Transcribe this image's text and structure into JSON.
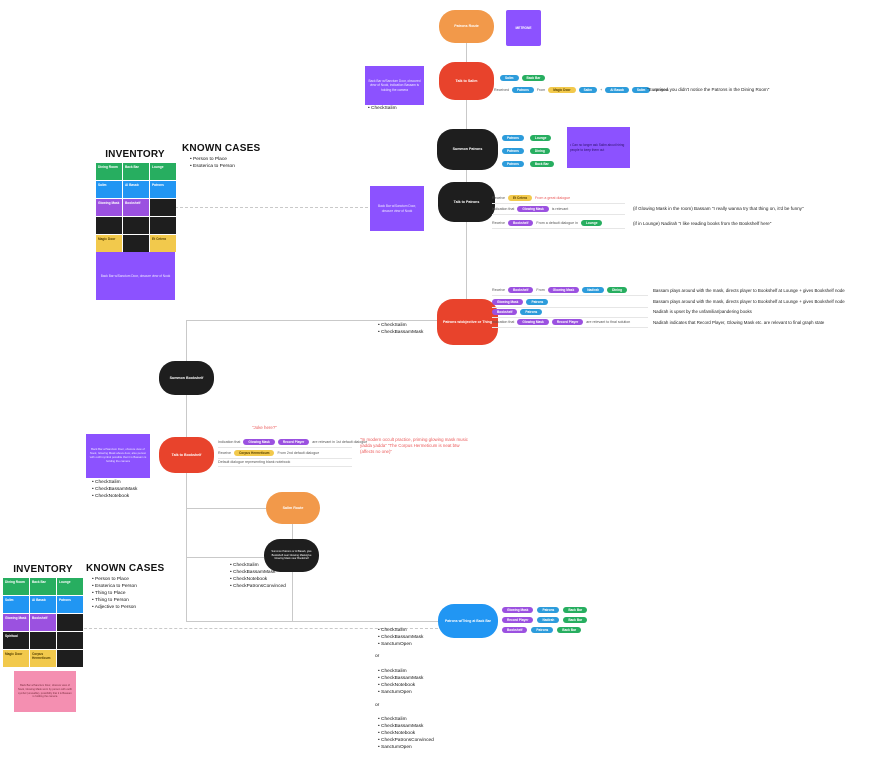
{
  "colors": {
    "node_orange": "#F2994A",
    "node_red": "#E8432C",
    "node_black": "#1E1E1E",
    "node_blue": "#2196F3",
    "note_violet": "#8C52FF",
    "note_pink": "#F48FB1",
    "pill_blue": "#2D9CDB",
    "pill_green": "#27AE60",
    "pill_purple": "#9B51E0",
    "pill_yellow": "#F2C94C"
  },
  "titles": {
    "inventory": "INVENTORY",
    "known_cases": "KNOWN CASES"
  },
  "known_top": [
    "Person to Place",
    "Esoterica to Person"
  ],
  "known_bottom": [
    "Person to Place",
    "Esoterica to Person",
    "Thing to Place",
    "Thing to Person",
    "Adjective to Person"
  ],
  "inv_top": [
    "Dining Room",
    "Back Bar",
    "Lounge",
    "Salim",
    "Al Basab",
    "Patrons",
    "Glowing Mask",
    "Bookshelf",
    "",
    "",
    "",
    "",
    "Magic Door",
    "",
    "Et Cetera"
  ],
  "inv_bottom": [
    "Dining Room",
    "Back Bar",
    "Lounge",
    "Salim",
    "Al Basab",
    "Patrons",
    "Glowing Mask",
    "Bookshelf",
    "",
    "Spiritual",
    "",
    "",
    "Magic Door",
    "Corpus Hermeticum",
    ""
  ],
  "nodes": {
    "patrons_route": "Patrons Route",
    "metrone": "METRONE",
    "talk_salim": "Talk to Salim",
    "summon_patrons": "Summon Patrons",
    "talk_patrons": "Talk to Patrons",
    "patrons_objective": "Patrons w/objective or Thing",
    "summon_bookshelf": "Summon Bookshelf",
    "talk_bookshelf": "Talk to Bookshelf",
    "salim_route": "Salim Route",
    "summon_alt": "Summon Patrons or Al Basab, give Bookshelf near Glowing Mask/give Glowing Mask near Bookshelf",
    "patrons_backbar": "Patrons w/Thing at Back Bar"
  },
  "boxes": {
    "camera_note_1": "Back Bar w/Sanctum Door, obscured view of Nook, indication Bassam is holding the camera",
    "salim_lockout": "• Can no longer ask Salim about hiring people to keep them out",
    "camera_note_2": "Back Bar w/Sanctum Door, obscure view of Nook",
    "camera_note_3": "Back Bar w/Sanctum Door, obscure view of Nook",
    "camera_note_4": "Back Bar w/Sanctum Door, obscure view of Nook, Glowing Mask above door, also person with outfit symbol possible that it is Bassam is holding the camera",
    "camera_note_5": "Back Bar w/Sanctum Door, obscure view of Nook, Glowing Mask worn by person with outfit symbol (unusable), possibility that it is Bassam is holding the camera"
  },
  "rows": {
    "salim_pair": [
      "Salim",
      "Back Bar"
    ],
    "salim_recv": [
      "Received",
      "Patrons",
      "From",
      "Magic Door",
      "Salim",
      "+",
      "Al Basab",
      "Salim",
      "dialogues"
    ],
    "summon": [
      [
        "Patrons",
        "Lounge"
      ],
      [
        "Patrons",
        "Dining"
      ],
      [
        "Patrons",
        "Back Bar"
      ]
    ],
    "talk_patrons": {
      "r1": [
        "Receive",
        "Et Cetera",
        "From a great dialogue"
      ],
      "r2": [
        "Indication that",
        "Glowing Mask",
        "is relevant"
      ],
      "r3": [
        "Receive",
        "Bookshelf",
        "From a default dialogue in",
        "Lounge"
      ]
    },
    "objective": {
      "r1": [
        "Receive",
        "Bookshelf",
        "From",
        "Glowing Mask",
        "Nadirah",
        "Dining"
      ],
      "r2": [
        "Glowing Mask",
        "Patrons"
      ],
      "r3": [
        "Bookshelf",
        "Patrons"
      ],
      "r4": [
        "Indication that",
        "Glowing Mask",
        "Record Player",
        "are relevant to final solution"
      ]
    },
    "bookshelf": {
      "r1": [
        "Indication that",
        "Glowing Mask",
        "Record Player",
        "are relevant in 1st default dialogue"
      ],
      "r2": [
        "Receive",
        "Corpus Hermeticum",
        "From 2nd default dialogue"
      ],
      "r3": [
        "Default dialogue representing blank notebook"
      ]
    },
    "backbar": [
      [
        "Glowing Mask",
        "Patrons",
        "Back Bar"
      ],
      [
        "Record Player",
        "Nadirah",
        "Back Bar"
      ],
      [
        "Bookshelf",
        "Patrons",
        "Back Bar"
      ]
    ]
  },
  "quotes": {
    "surprised": "\"Surprised you didn't notice the Patrons in the Dining Room\"",
    "joke": "\"Joke here?\"",
    "occult": "\"In modern occult practice, priming glowing mask music yadda yadda\" \"The Corpus Hermeticum is neat btw (affects no one)\""
  },
  "notes": {
    "mask_room": "(if Glowing Mask in the room) Bassam \"I really wanna try that thing on, it'd be funny\"",
    "lounge": "(if in Lounge) Nadirah \"I like reading books from the Bookshelf here\"",
    "bassam1": "Bassam plays around with the mask, directs player to Bookshelf at Lounge + gives Bookshelf node",
    "bassam2": "Bassam plays around with the mask, directs player to Bookshelf at Lounge + gives Bookshelf node",
    "nadirah1": "Nadirah is upset by the unfamiliar/pandering books",
    "nadirah2": "Nadirah indicates that Record Player, Glowing Mask etc. are relevant to final graph state"
  },
  "checks": {
    "c1": [
      "CheckSalim"
    ],
    "c2": [
      "CheckSalim",
      "CheckBassamMask"
    ],
    "c3": [
      "CheckSalim",
      "CheckBassamMask",
      "CheckNotebook"
    ],
    "c4": [
      "CheckSalim",
      "CheckBassamMask",
      "CheckNotebook",
      "CheckPatronsConvinced"
    ],
    "g1": [
      "CheckSalim",
      "CheckBassamMask",
      "SanctumOpen"
    ],
    "g2": [
      "CheckSalim",
      "CheckBassamMask",
      "CheckNotebook",
      "SanctumOpen"
    ],
    "g3": [
      "CheckSalim",
      "CheckBassamMask",
      "CheckNotebook",
      "CheckPatronsConvinced",
      "SanctumOpen"
    ],
    "or": "or"
  }
}
